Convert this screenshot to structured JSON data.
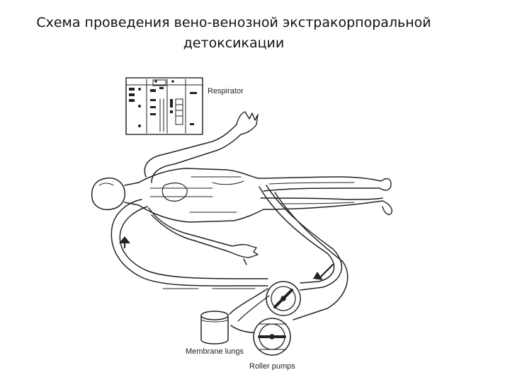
{
  "slide": {
    "title_line1": "Схема проведения вено-венозной экстракорпоральной",
    "title_line2": "детоксикации"
  },
  "diagram": {
    "labels": {
      "respirator": "Respirator",
      "membrane_lungs": "Membrane lungs",
      "roller_pumps": "Roller pumps"
    },
    "colors": {
      "ink": "#222222",
      "background": "#ffffff"
    }
  }
}
